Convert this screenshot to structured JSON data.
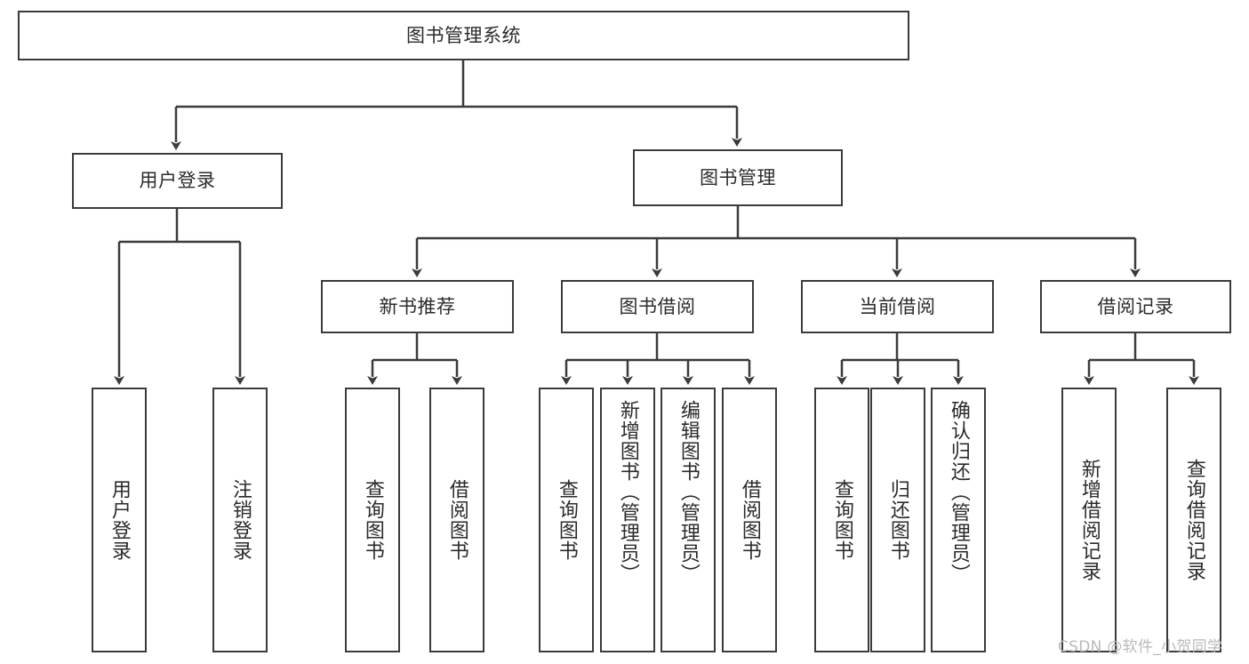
{
  "diagram": {
    "type": "tree-hierarchy-chart",
    "title": "图书管理系统",
    "colors": {
      "stroke": "#3b3b3b",
      "fill": "#ffffff",
      "text": "#2b2b2b",
      "watermark": "#b9b9b9"
    },
    "root": {
      "id": "root",
      "label": "图书管理系统"
    },
    "level2": [
      {
        "id": "user-login",
        "label": "用户登录"
      },
      {
        "id": "book-manage",
        "label": "图书管理"
      }
    ],
    "level3": [
      {
        "id": "new-book-recommend",
        "label": "新书推荐"
      },
      {
        "id": "book-borrow",
        "label": "图书借阅"
      },
      {
        "id": "current-borrow",
        "label": "当前借阅"
      },
      {
        "id": "borrow-record",
        "label": "借阅记录"
      }
    ],
    "leaves": {
      "user_login": [
        {
          "id": "leaf-user-login",
          "label": "用户登录"
        },
        {
          "id": "leaf-logout-login",
          "label": "注销登录"
        }
      ],
      "new_book_recommend": [
        {
          "id": "leaf-query-book-1",
          "label": "查询图书"
        },
        {
          "id": "leaf-borrow-book-1",
          "label": "借阅图书"
        }
      ],
      "book_borrow": [
        {
          "id": "leaf-query-book-2",
          "label": "查询图书"
        },
        {
          "id": "leaf-add-book",
          "label": "新增图书（管理员）"
        },
        {
          "id": "leaf-edit-book",
          "label": "编辑图书（管理员）"
        },
        {
          "id": "leaf-borrow-book-2",
          "label": "借阅图书"
        }
      ],
      "current_borrow": [
        {
          "id": "leaf-query-book-3",
          "label": "查询图书"
        },
        {
          "id": "leaf-return-book",
          "label": "归还图书"
        },
        {
          "id": "leaf-confirm-return",
          "label": "确认归还（管理员）"
        }
      ],
      "borrow_record": [
        {
          "id": "leaf-add-record",
          "label": "新增借阅记录"
        },
        {
          "id": "leaf-query-record",
          "label": "查询借阅记录"
        }
      ]
    },
    "watermark": "CSDN @软件_小贺同学"
  }
}
